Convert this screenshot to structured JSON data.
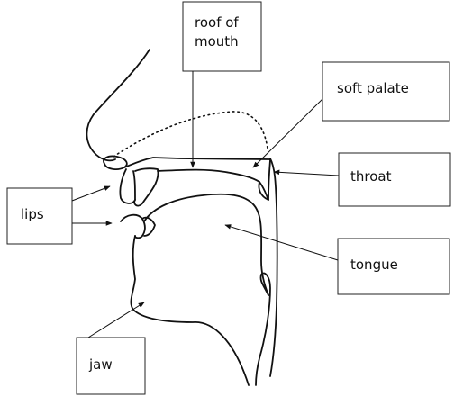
{
  "labels": {
    "roof_of_mouth": [
      "roof of",
      "mouth"
    ],
    "soft_palate": "soft palate",
    "throat": "throat",
    "lips": "lips",
    "tongue": "tongue",
    "jaw": "jaw"
  }
}
